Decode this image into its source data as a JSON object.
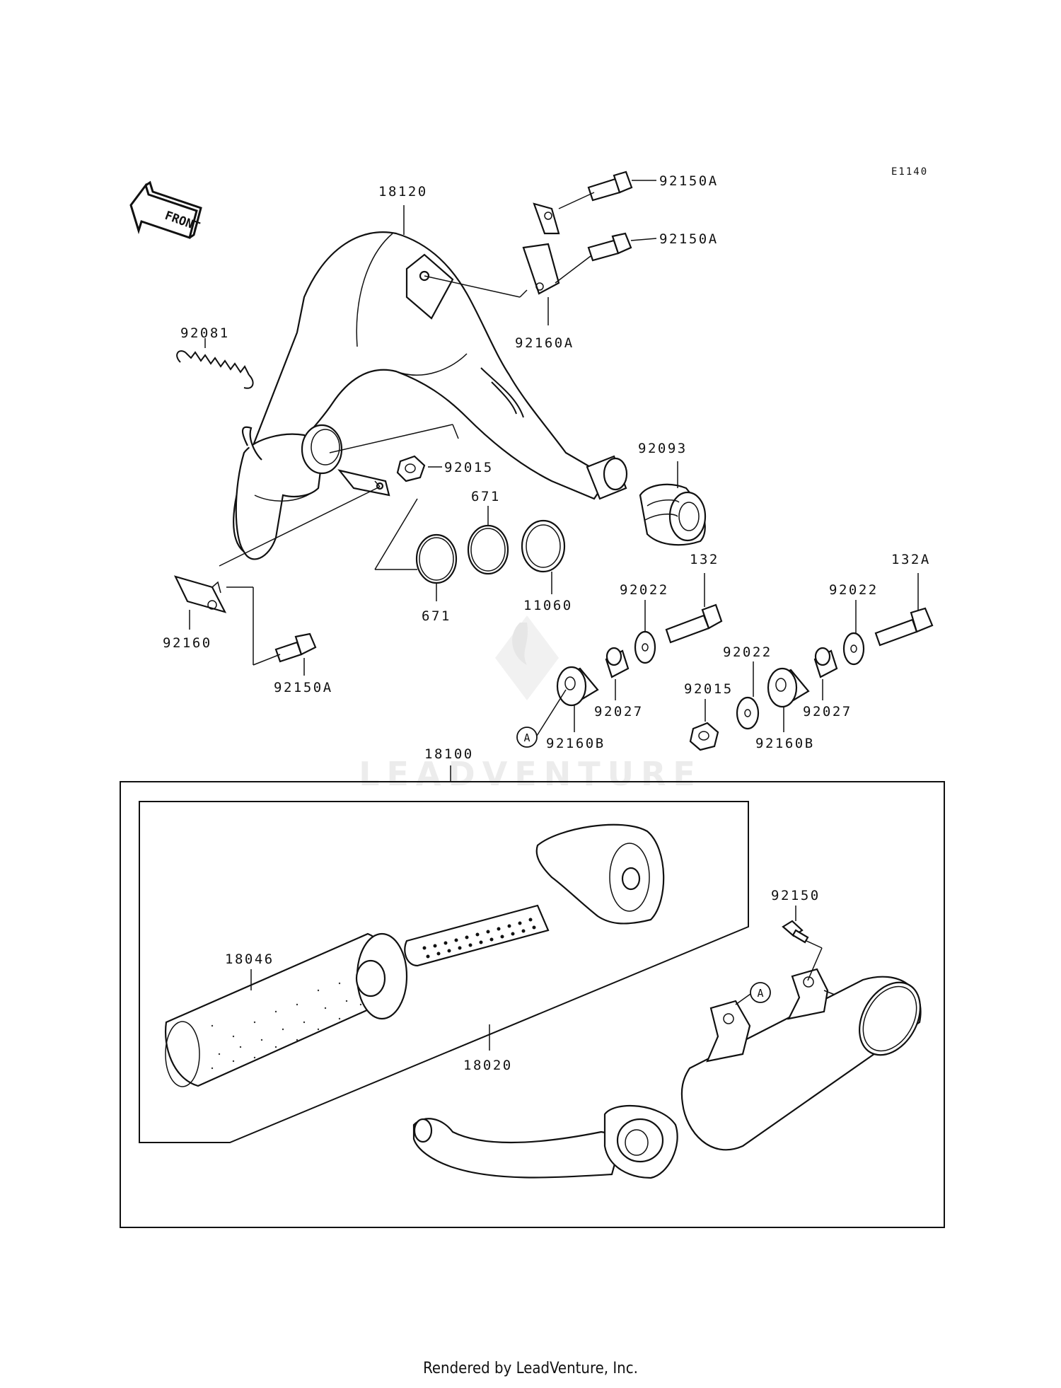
{
  "diagram": {
    "ref_code": "E1140",
    "front_label": "FRONT",
    "watermark": "LEADVENTURE",
    "callout_letter": "A",
    "parts": [
      {
        "id": "p18120",
        "label": "18120"
      },
      {
        "id": "p92150A_1",
        "label": "92150A"
      },
      {
        "id": "p92150A_2",
        "label": "92150A"
      },
      {
        "id": "p92160A",
        "label": "92160A"
      },
      {
        "id": "p92081",
        "label": "92081"
      },
      {
        "id": "p92015_1",
        "label": "92015"
      },
      {
        "id": "p92093",
        "label": "92093"
      },
      {
        "id": "p671_1",
        "label": "671"
      },
      {
        "id": "p671_2",
        "label": "671"
      },
      {
        "id": "p11060",
        "label": "11060"
      },
      {
        "id": "p92160",
        "label": "92160"
      },
      {
        "id": "p92150A_3",
        "label": "92150A"
      },
      {
        "id": "p132",
        "label": "132"
      },
      {
        "id": "p132A",
        "label": "132A"
      },
      {
        "id": "p92022_1",
        "label": "92022"
      },
      {
        "id": "p92022_2",
        "label": "92022"
      },
      {
        "id": "p92022_3",
        "label": "92022"
      },
      {
        "id": "p92027_1",
        "label": "92027"
      },
      {
        "id": "p92027_2",
        "label": "92027"
      },
      {
        "id": "p92160B_1",
        "label": "92160B"
      },
      {
        "id": "p92160B_2",
        "label": "92160B"
      },
      {
        "id": "p92015_2",
        "label": "92015"
      },
      {
        "id": "p18100",
        "label": "18100"
      },
      {
        "id": "p92150",
        "label": "92150"
      },
      {
        "id": "p18046",
        "label": "18046"
      },
      {
        "id": "p18020",
        "label": "18020"
      }
    ]
  },
  "footer": {
    "text": "Rendered by LeadVenture, Inc."
  }
}
